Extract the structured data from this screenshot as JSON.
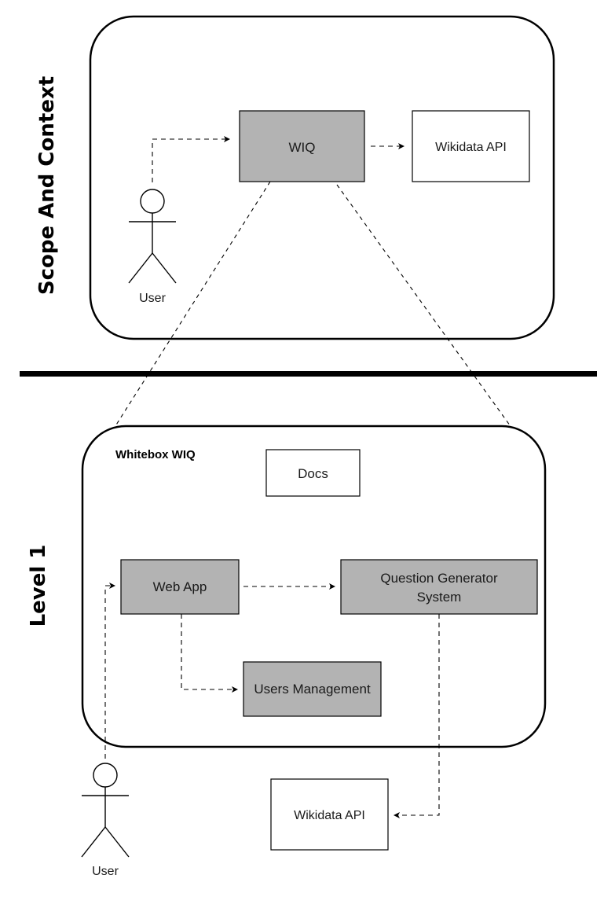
{
  "sections": {
    "context_title": "Scope And Context",
    "level1_title": "Level 1"
  },
  "context": {
    "user_label": "User",
    "wiq_label": "WIQ",
    "wikidata_label": "Wikidata API"
  },
  "level1": {
    "frame_title": "Whitebox WIQ",
    "docs_label": "Docs",
    "webapp_label": "Web App",
    "qgen_label_line1": "Question Generator",
    "qgen_label_line2": "System",
    "users_mgmt_label": "Users Management",
    "wikidata_label": "Wikidata API",
    "user_label": "User"
  },
  "colors": {
    "component_fill": "#b3b3b3",
    "external_fill": "#ffffff",
    "stroke": "#000000",
    "separator": "#000000"
  }
}
